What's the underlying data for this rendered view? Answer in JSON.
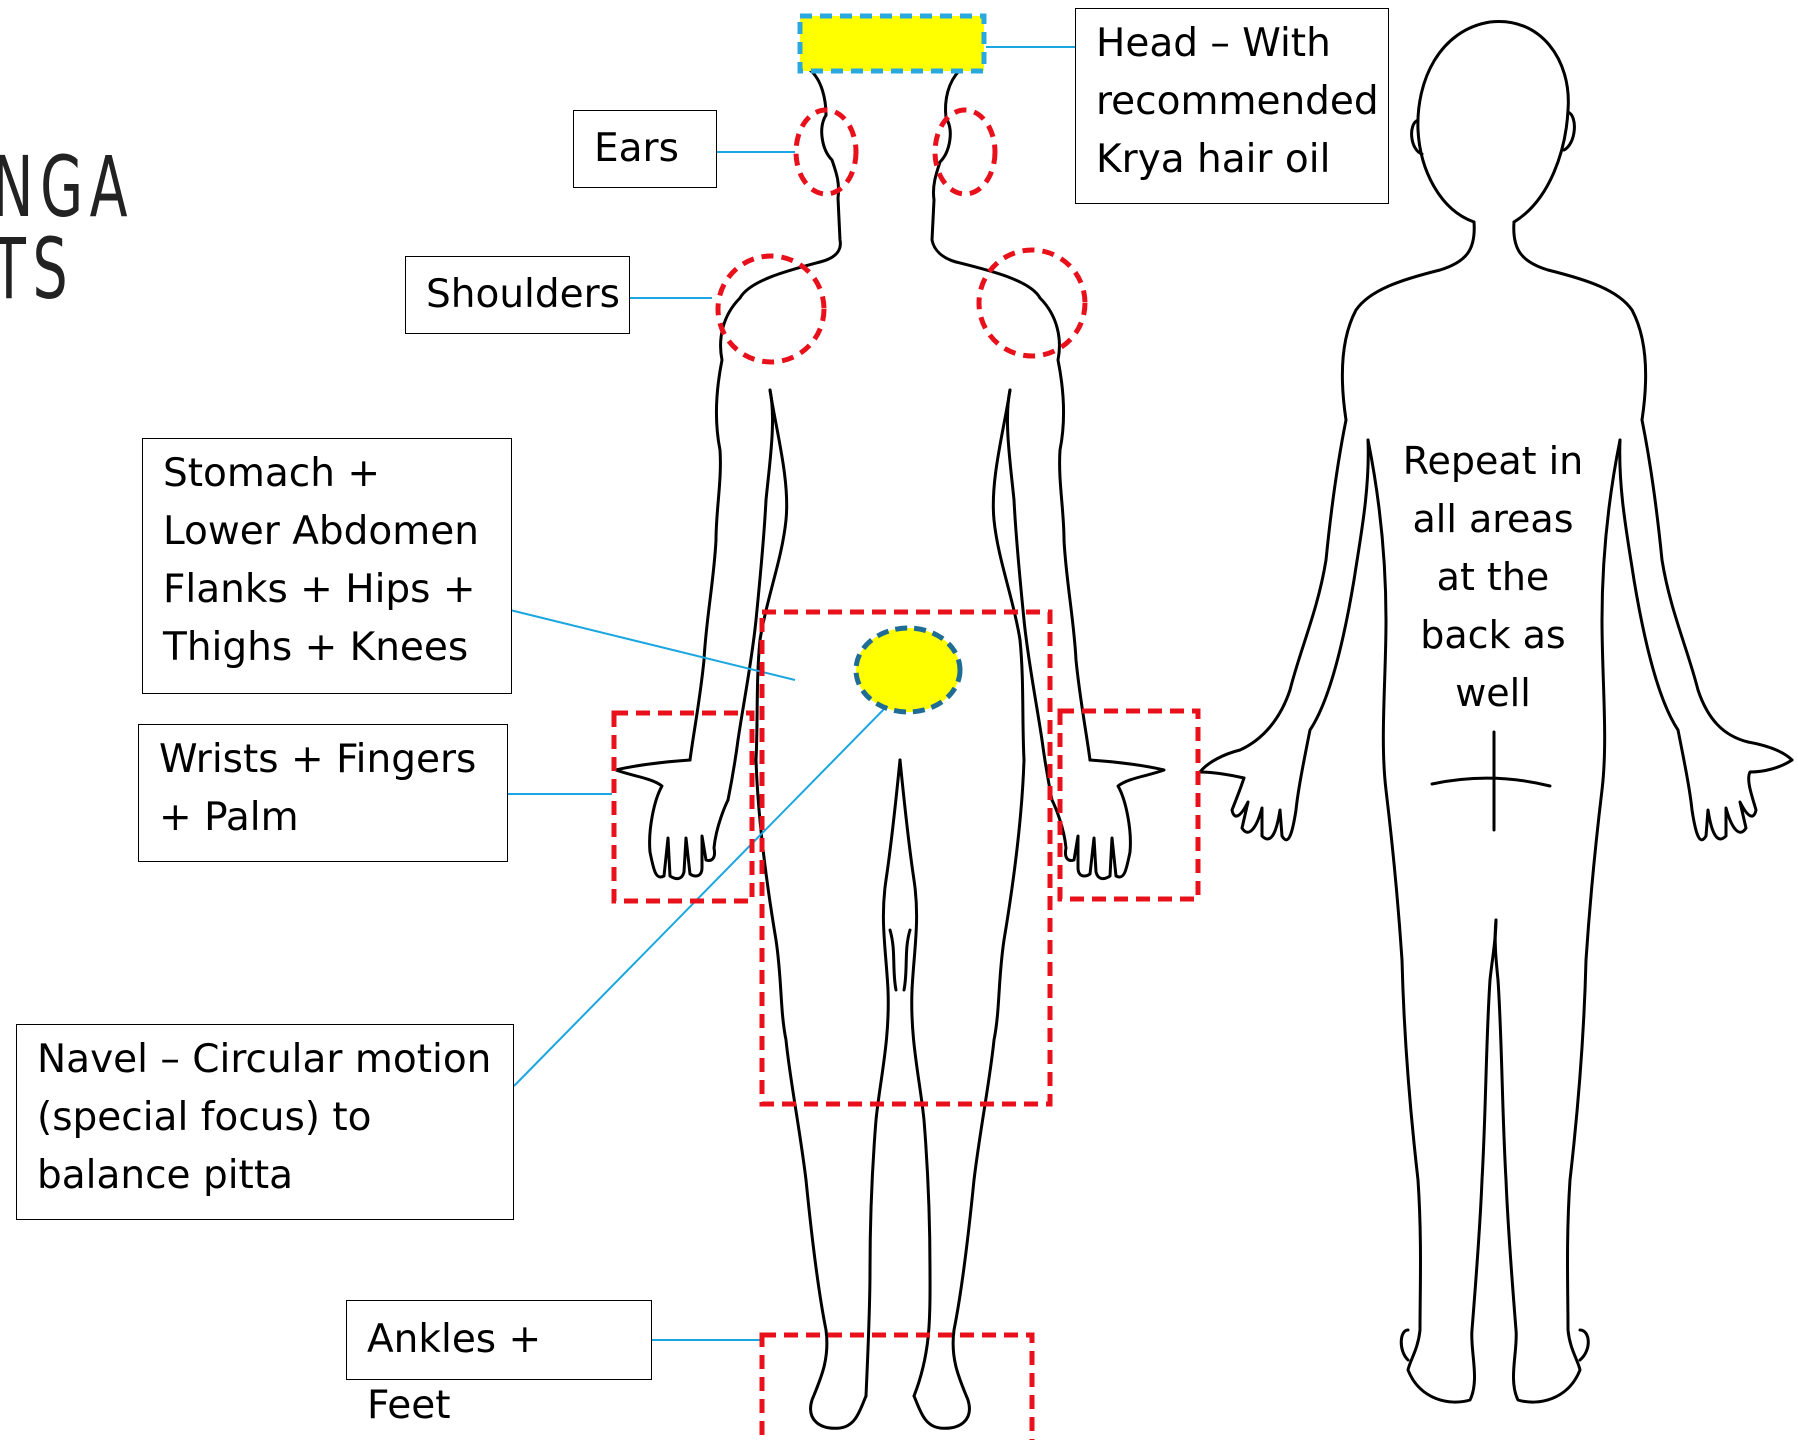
{
  "title": {
    "line1": "NGA",
    "line2": "TS"
  },
  "labels": {
    "head": "Head – With\nrecommended\nKrya hair oil",
    "ears": "Ears",
    "shoulders": "Shoulders",
    "stomach": "Stomach +\nLower Abdomen\nFlanks + Hips +\nThighs + Knees",
    "wrists": "Wrists + Fingers\n+ Palm",
    "navel": "Navel – Circular motion\n(special focus) to\nbalance pitta",
    "ankles": "Ankles + Feet"
  },
  "back_note": "Repeat in\nall areas\nat the\nback as\nwell",
  "colors": {
    "highlight_fill": "#ffff00",
    "zone_outline": "#e8101a",
    "highlight_outline": "#2aa8e0",
    "navel_outline": "#1f6d96",
    "leader_line": "#1aa6e0",
    "body_outline": "#000000"
  }
}
